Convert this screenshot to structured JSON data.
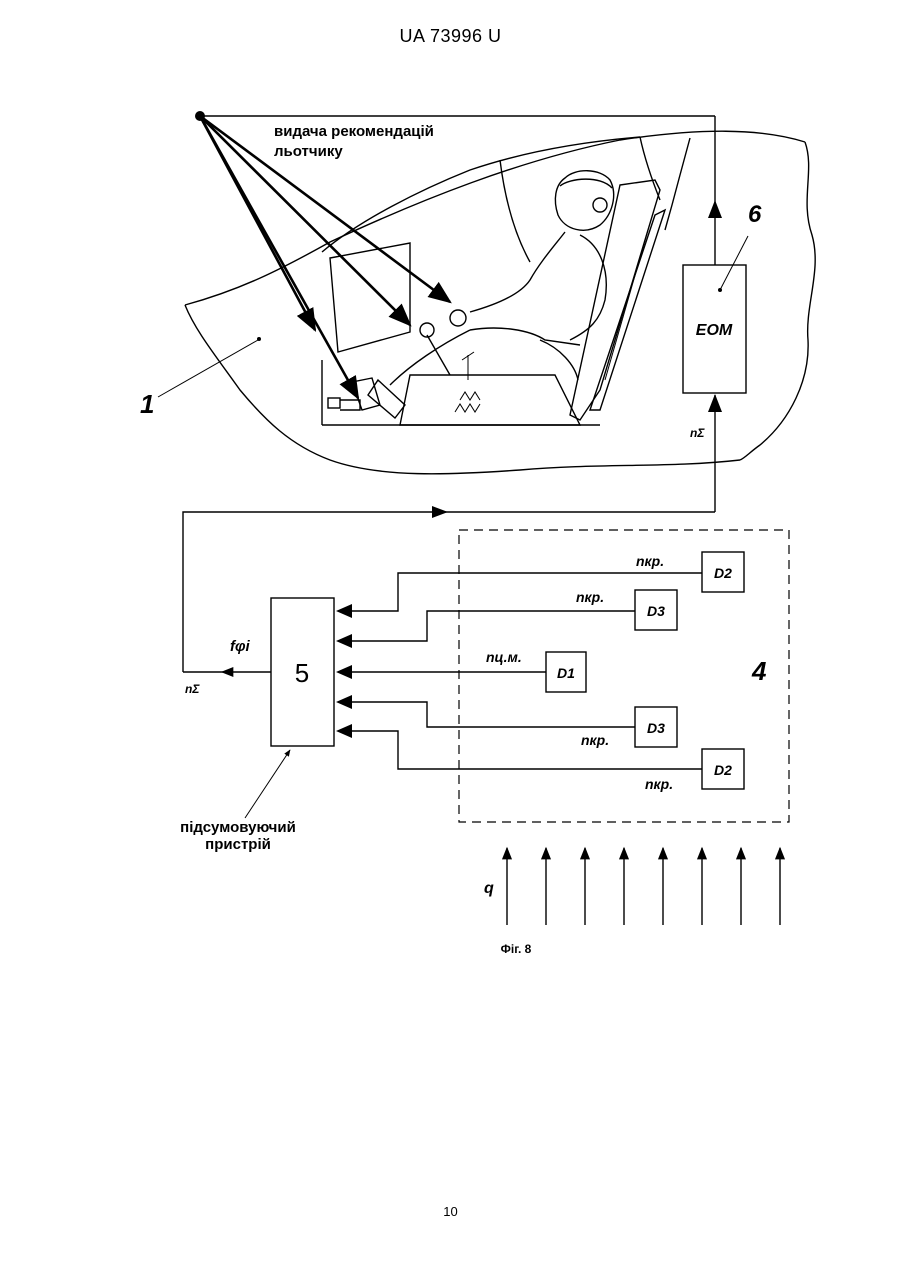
{
  "header": {
    "doc_id": "UA   73996   U"
  },
  "figure": {
    "caption": "Фіг. 8",
    "recommendation_label_line1": "видача рекомендацій",
    "recommendation_label_line2": "льотчику",
    "aircraft_ref": "1",
    "computer_ref": "6",
    "computer_label": "ЕОМ",
    "sensor_group_ref": "4",
    "summator_ref": "5",
    "summator_label_line1": "підсумовуючий",
    "summator_label_line2": "пристрій",
    "n_sigma_top": "nΣ",
    "n_sigma_left": "nΣ",
    "f_label": "fφі",
    "sensors": [
      {
        "id": "D2",
        "signal": "nкр."
      },
      {
        "id": "D3",
        "signal": "nкр."
      },
      {
        "id": "D1",
        "signal": "nц.м."
      },
      {
        "id": "D3",
        "signal": "nкр."
      },
      {
        "id": "D2",
        "signal": "nкр."
      }
    ],
    "airflow_label": "q"
  },
  "page_number": "10"
}
